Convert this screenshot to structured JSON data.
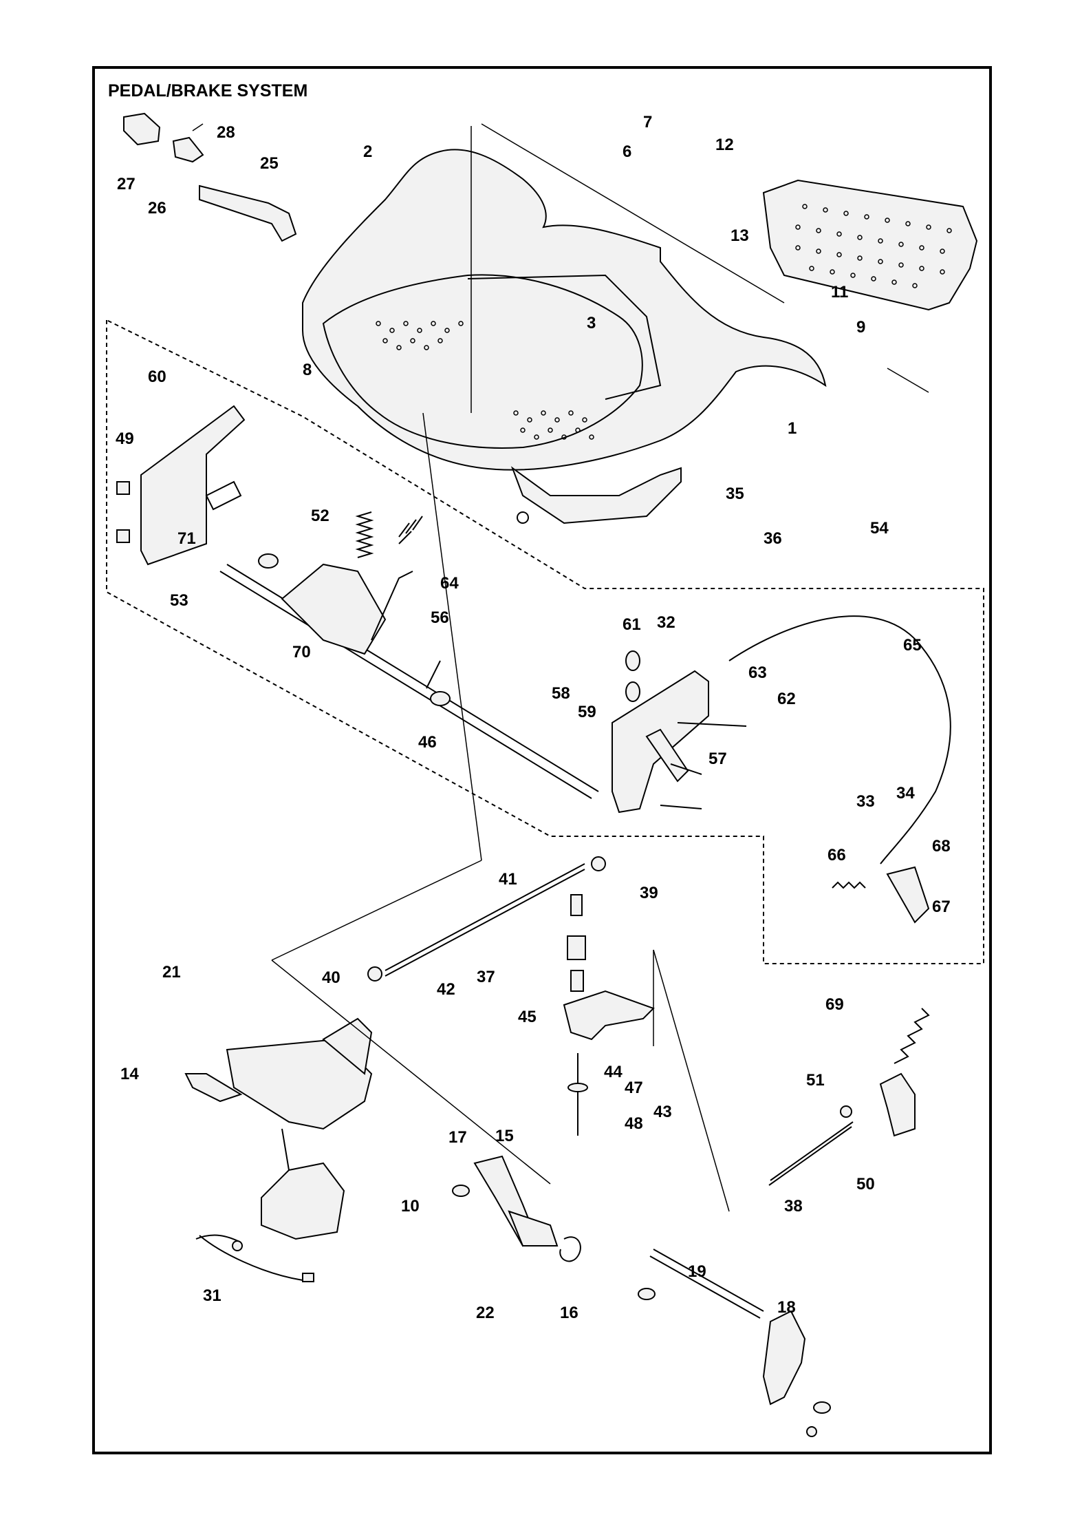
{
  "title": "PEDAL/BRAKE SYSTEM",
  "callouts": [
    "1",
    "2",
    "3",
    "6",
    "7",
    "8",
    "9",
    "10",
    "11",
    "12",
    "13",
    "14",
    "15",
    "16",
    "17",
    "18",
    "19",
    "21",
    "22",
    "25",
    "26",
    "27",
    "28",
    "31",
    "32",
    "33",
    "34",
    "35",
    "36",
    "37",
    "38",
    "39",
    "40",
    "41",
    "42",
    "43",
    "44",
    "45",
    "46",
    "47",
    "48",
    "49",
    "50",
    "51",
    "52",
    "53",
    "54",
    "56",
    "57",
    "58",
    "59",
    "60",
    "61",
    "62",
    "63",
    "64",
    "65",
    "66",
    "67",
    "68",
    "69",
    "70",
    "71"
  ]
}
